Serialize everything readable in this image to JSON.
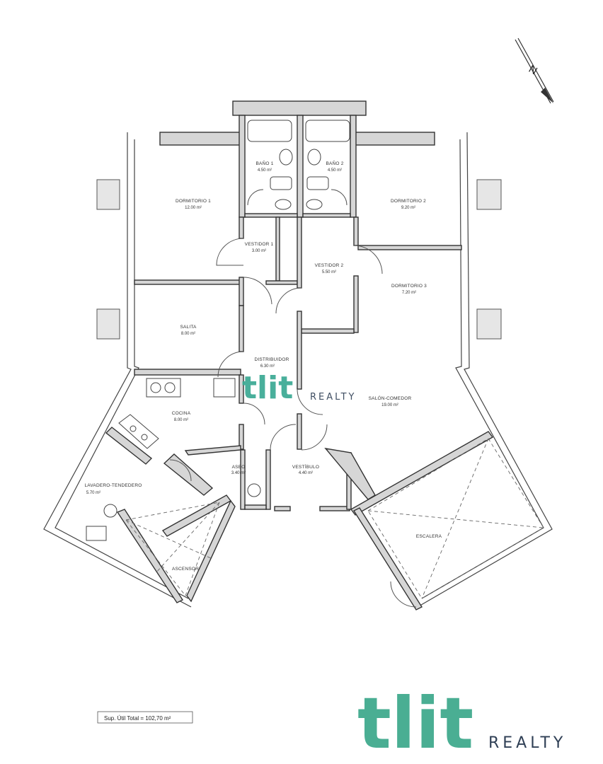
{
  "rooms": {
    "bano1": {
      "name": "BAÑO 1",
      "area": "4.50 m²"
    },
    "bano2": {
      "name": "BAÑO 2",
      "area": "4.50 m²"
    },
    "dormitorio1": {
      "name": "DORMITORIO 1",
      "area": "12.00 m²"
    },
    "dormitorio2": {
      "name": "DORMITORIO 2",
      "area": "9.20 m²"
    },
    "vestidor1": {
      "name": "VESTIDOR 1",
      "area": "3.00 m²"
    },
    "vestidor2": {
      "name": "VESTIDOR 2",
      "area": "5.50 m²"
    },
    "dormitorio3": {
      "name": "DORMITORIO 3",
      "area": "7.20 m²"
    },
    "salita": {
      "name": "SALITA",
      "area": "8.00 m²"
    },
    "distribuidor": {
      "name": "DISTRIBUIDOR",
      "area": "6.30 m²"
    },
    "salon": {
      "name": "SALÓN-COMEDOR",
      "area": "19.00 m²"
    },
    "cocina": {
      "name": "COCINA",
      "area": "8.00 m²"
    },
    "aseo": {
      "name": "ASEO",
      "area": "3.40 m²"
    },
    "vestibulo": {
      "name": "VESTÍBULO",
      "area": "4.40 m²"
    },
    "lavadero": {
      "name": "LAVADERO-TENDEDERO",
      "area": "5.70 m²"
    },
    "escalera": {
      "name": "ESCALERA"
    },
    "ascensor": {
      "name": "ASCENSOR"
    }
  },
  "total_surface": "Sup. Útil Total = 102,70 m²",
  "north_label": "N",
  "watermark": {
    "main": "tlit",
    "sub": "REALTY"
  },
  "logo": {
    "main": "tlit",
    "sub": "REALTY",
    "color": "#4aae93",
    "sub_color": "#2f3f55"
  }
}
